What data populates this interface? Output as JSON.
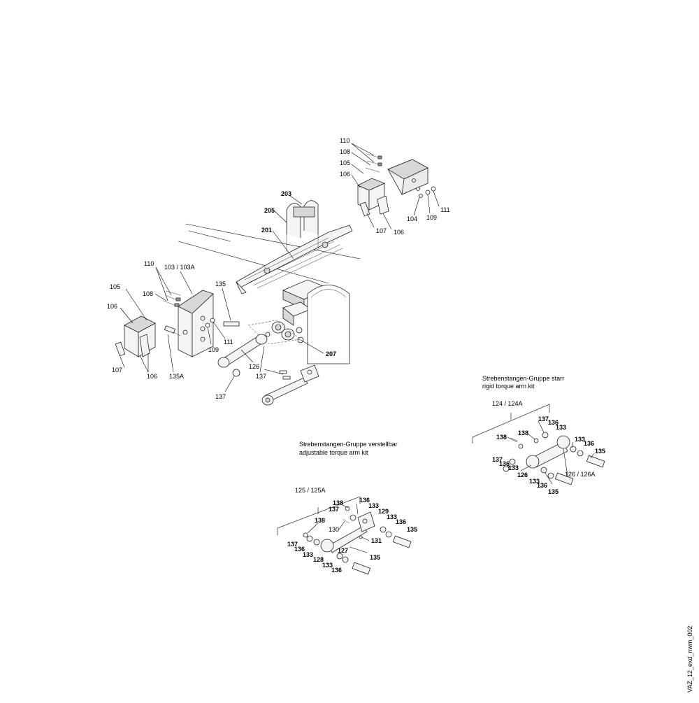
{
  "kits": {
    "rigid": {
      "title_de": "Strebenstangen-Gruppe starr",
      "title_en": "rigid torque arm kit"
    },
    "adjustable": {
      "title_de": "Strebenstangen-Gruppe verstellbar",
      "title_en": "adjustable torque arm kit"
    }
  },
  "drawing_code": "VAZ_12_exd_nwm_002",
  "callouts": {
    "r110": "110",
    "r108": "108",
    "r105": "105",
    "r106a": "106",
    "r107": "107",
    "r106b": "106",
    "r104": "104",
    "r109": "109",
    "r111": "111",
    "c203": "203",
    "c205": "205",
    "c201": "201",
    "c207": "207",
    "l110": "110",
    "l103": "103 / 103A",
    "l105": "105",
    "l108": "108",
    "l106a": "106",
    "l135": "135",
    "l107": "107",
    "l106b": "106",
    "l135A": "135A",
    "l109": "109",
    "l111": "111",
    "l126": "126",
    "l137a": "137",
    "l137b": "137",
    "k124": "124 / 124A",
    "k137t": "137",
    "k136t": "136",
    "k133t": "133",
    "k138b": "138",
    "k138a": "138",
    "k133r": "133",
    "k136r": "136",
    "k135r": "135",
    "k137l": "137",
    "k136l": "136",
    "k133l": "133",
    "k126": "126",
    "k133m": "133",
    "k136m": "136",
    "k135b": "135",
    "k126A": "126 / 126A",
    "a125": "125 / 125A",
    "a138t": "138",
    "a137t": "137",
    "a136t": "136",
    "a133t": "133",
    "a129": "129",
    "a133r": "133",
    "a136r": "136",
    "a135r": "135",
    "a138l": "138",
    "a130": "130",
    "a131": "131",
    "a137l": "137",
    "a136l": "136",
    "a133l": "133",
    "a128": "128",
    "a133b": "133",
    "a136b": "136",
    "a127": "127",
    "a135b": "135"
  }
}
